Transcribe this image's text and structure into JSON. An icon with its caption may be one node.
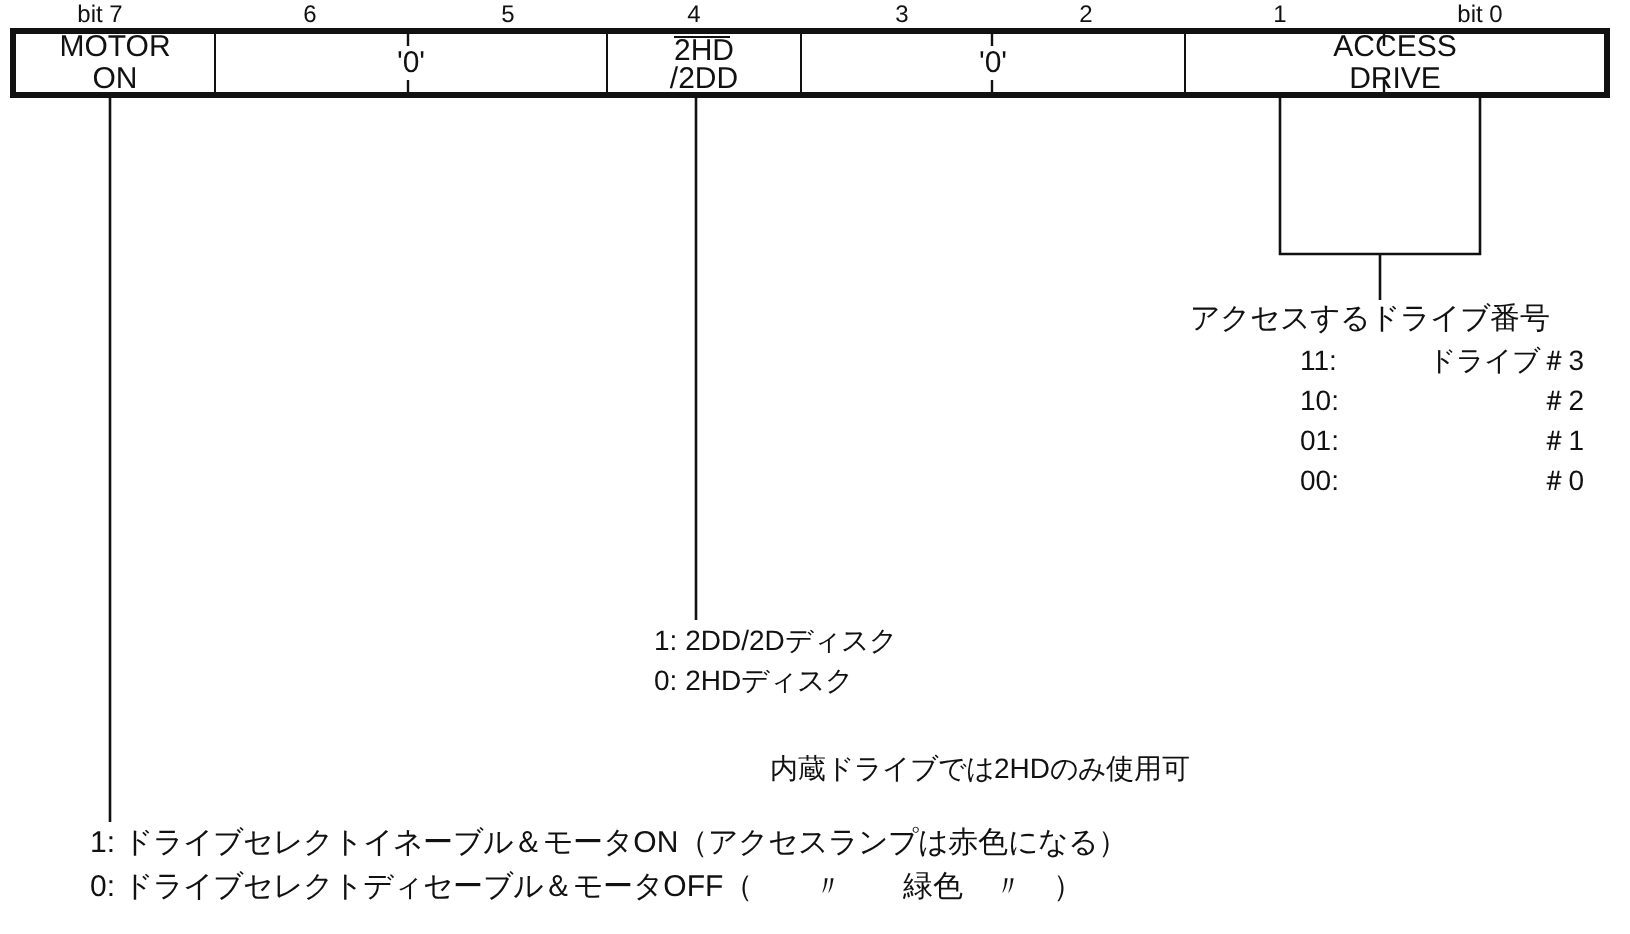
{
  "diagram": {
    "nodes": [
      {
        "text": [
          "MOTOR ON"
        ]
      },
      {
        "text": [
          "'0'"
        ]
      },
      {
        "text": [
          "2HD /2DD"
        ]
      },
      {
        "text": [
          "'0'"
        ]
      },
      {
        "text": [
          "ACCESS DRIVE"
        ]
      },
      {
        "text": [
          "アクセスするドライブ番号",
          "11:",
          "ドライブ＃3",
          "10:",
          "＃2",
          "01:",
          "＃1",
          "00:",
          "＃0"
        ]
      },
      {
        "text": [
          "1: 2DD/2Dディスク",
          "0: 2HDディスク"
        ]
      },
      {
        "text": [
          "1: ドライブセレクトイネーブル＆モータON（アクセスランプは赤色になる）",
          "0: ドライブセレクトディセーブル＆モータOFF（　　〃　　緑色　〃　）"
        ]
      }
    ],
    "edges": [
      {
        "from": 4,
        "to": 5,
        "arrow": "none"
      },
      {
        "from": 2,
        "to": 6,
        "arrow": "none"
      },
      {
        "from": 0,
        "to": 7,
        "arrow": "none"
      }
    ],
    "labels": [
      "bit 7",
      "6",
      "5",
      "4",
      "3",
      "2",
      "1",
      "bit 0",
      "内蔵ドライブでは2HDのみ使用可"
    ]
  }
}
